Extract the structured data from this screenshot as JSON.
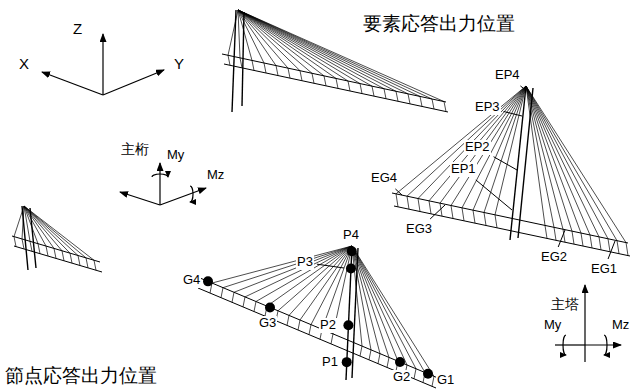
{
  "diagram": {
    "labels": [
      "要素応答出力位置",
      "Z",
      "X",
      "Y",
      "主桁",
      "My",
      "Mz",
      "EP4",
      "EP3",
      "EG4",
      "EG3",
      "EP2",
      "EP1",
      "EG2",
      "EG1",
      "主塔",
      "My",
      "Mz",
      "P3",
      "P4",
      "G4",
      "G3",
      "P2",
      "P1",
      "G2",
      "G1",
      "節点応答出力位置"
    ]
  }
}
